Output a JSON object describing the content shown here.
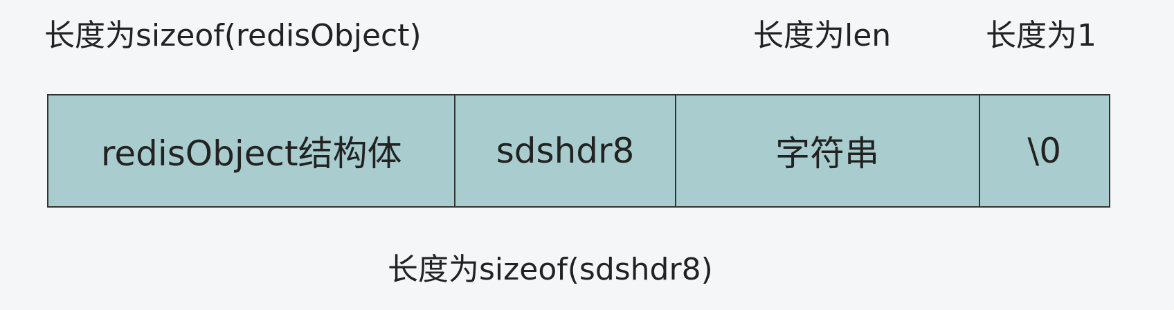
{
  "labels": {
    "redisobject_size": "长度为sizeof(redisObject)",
    "string_len": "长度为len",
    "terminator_len": "长度为1",
    "sdshdr8_size": "长度为sizeof(sdshdr8)"
  },
  "cells": [
    {
      "text": "redisObject结构体"
    },
    {
      "text": "sdshdr8"
    },
    {
      "text": "字符串"
    },
    {
      "text": "\\0"
    }
  ],
  "colors": {
    "background": "#f5f6f8",
    "cell_fill": "#a9cdce",
    "border": "#333333",
    "text": "#222222"
  }
}
